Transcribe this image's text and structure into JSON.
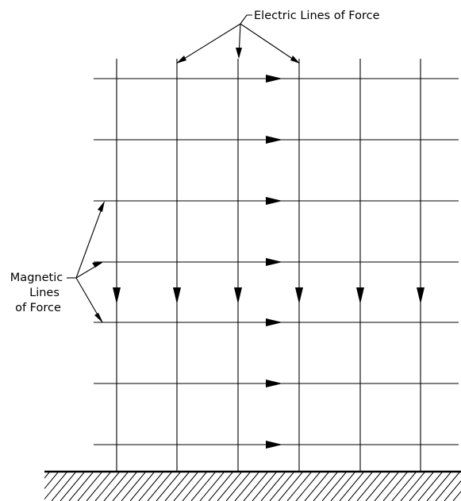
{
  "labels": {
    "electric": "Electric Lines of Force",
    "magnetic_line1": "Magnetic",
    "magnetic_line2": "Lines",
    "magnetic_line3": "of Force"
  },
  "colors": {
    "ink": "#000000",
    "background": "#ffffff"
  },
  "counts": {
    "electric_lines": 6,
    "magnetic_lines": 7
  }
}
